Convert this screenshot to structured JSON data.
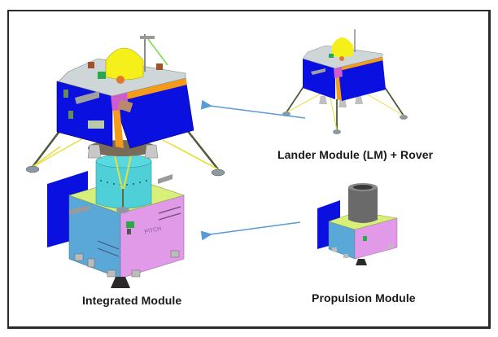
{
  "diagram": {
    "labels": {
      "lander": "Lander Module (LM) + Rover",
      "integrated": "Integrated Module",
      "propulsion": "Propulsion Module"
    },
    "panel_marking": "PITCH",
    "colors": {
      "frame": "#2a2a2a",
      "arrow": "#5b9bd5",
      "solar_panel_blue": "#0a10e0",
      "dome_yellow": "#f5ef1a",
      "deck_gray": "#cfd6d8",
      "orange_trim": "#f59a1a",
      "magenta": "#d05ad0",
      "adapter_cyan": "#4fd0d8",
      "deck_green": "#d8f07a",
      "side_blue": "#5aa8d8",
      "side_pink": "#e09ae8",
      "engine_gray": "#6a6a6a"
    },
    "arrows": [
      {
        "from": "Lander Module (LM) + Rover",
        "to": "Integrated Module (top lander)"
      },
      {
        "from": "Propulsion Module",
        "to": "Integrated Module (bottom propulsion)"
      }
    ]
  }
}
